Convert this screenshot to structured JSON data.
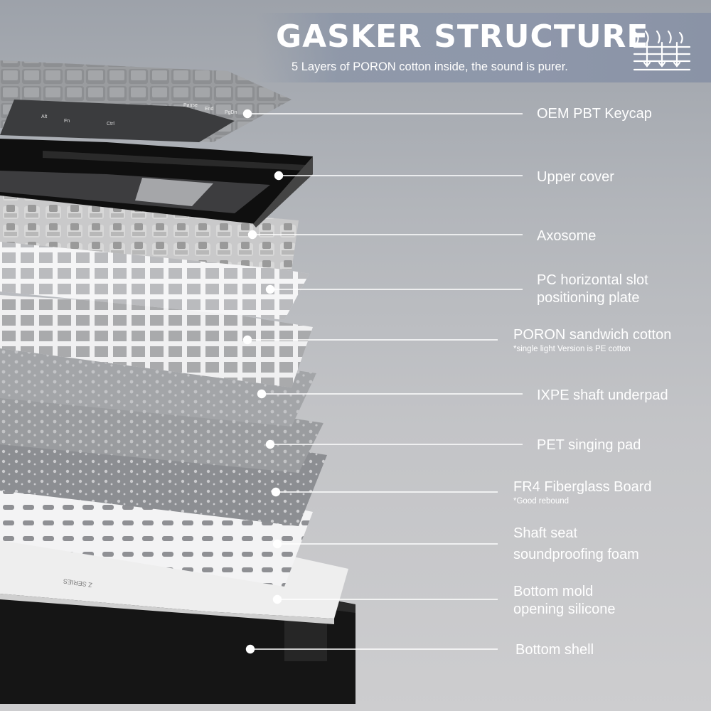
{
  "header": {
    "title": "GASKER STRUCTURE",
    "subtitle": "5 Layers of PORON cotton inside, the sound is purer.",
    "icon": "sound-dampening-layers-icon"
  },
  "keycap_legends": [
    "Alt",
    "Fn",
    "Ctrl",
    "Pause",
    "End",
    "PgDn"
  ],
  "bottom_engraving": "Z SERIES",
  "colors": {
    "banner": "#8e97aa",
    "text": "#ffffff",
    "keycap_light": "#9a9c9f",
    "keycap_dark": "#3b3c3e",
    "frame": "#111111"
  },
  "layers": [
    {
      "label": "OEM PBT Keycap"
    },
    {
      "label": "Upper cover"
    },
    {
      "label": "Axosome"
    },
    {
      "label": "PC horizontal slot",
      "label2": "positioning plate"
    },
    {
      "label": "PORON sandwich cotton",
      "note": "*single light Version is PE cotton"
    },
    {
      "label": "IXPE shaft underpad"
    },
    {
      "label": "PET singing pad"
    },
    {
      "label": "FR4 Fiberglass Board",
      "note": "*Good rebound"
    },
    {
      "label": "Shaft seat",
      "label2": "soundproofing foam"
    },
    {
      "label": "Bottom mold",
      "label2": "opening silicone"
    },
    {
      "label": "Bottom shell"
    }
  ]
}
